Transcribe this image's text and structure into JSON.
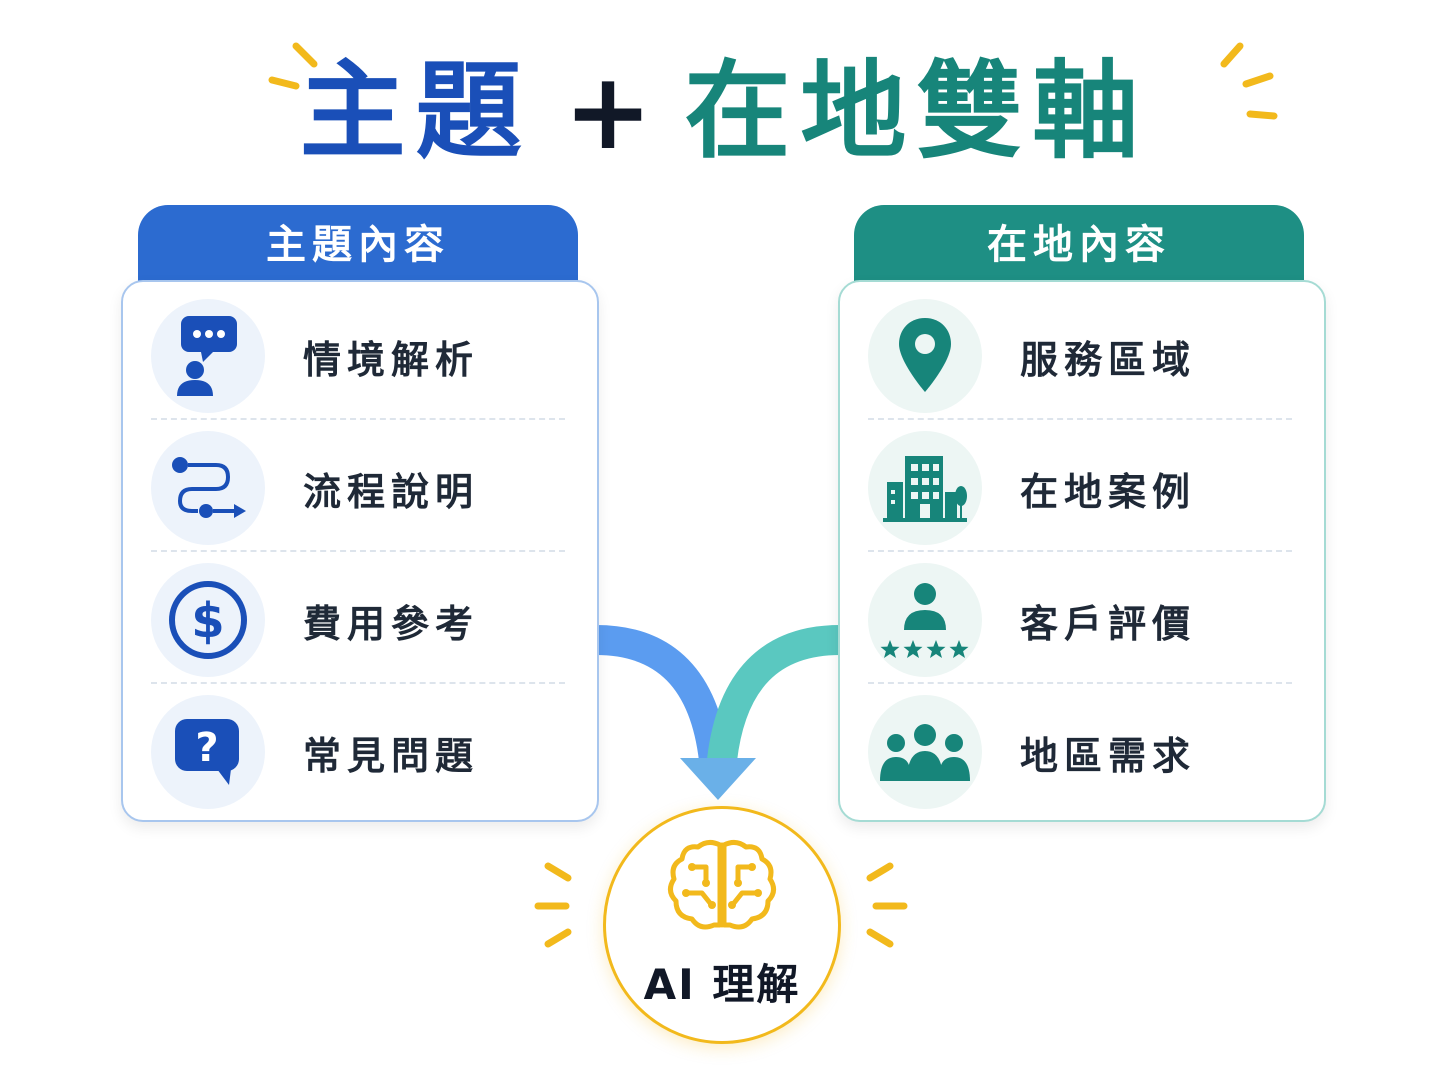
{
  "title": {
    "part1": "主題",
    "plus": "+",
    "part2": "在地雙軸"
  },
  "left_panel": {
    "header": "主題內容",
    "items": [
      {
        "label": "情境解析",
        "icon": "chat-person-icon"
      },
      {
        "label": "流程說明",
        "icon": "process-flow-icon"
      },
      {
        "label": "費用參考",
        "icon": "dollar-icon"
      },
      {
        "label": "常見問題",
        "icon": "question-icon"
      }
    ]
  },
  "right_panel": {
    "header": "在地內容",
    "items": [
      {
        "label": "服務區域",
        "icon": "location-pin-icon"
      },
      {
        "label": "在地案例",
        "icon": "building-icon"
      },
      {
        "label": "客戶評價",
        "icon": "customer-rating-icon"
      },
      {
        "label": "地區需求",
        "icon": "group-icon"
      }
    ]
  },
  "center": {
    "label": "AI 理解",
    "icon": "brain-circuit-icon"
  },
  "colors": {
    "blue": "#1a4fb8",
    "blue_tab": "#2c6bd0",
    "teal": "#17857a",
    "teal_tab": "#1e8f84",
    "gold": "#f2b91c"
  }
}
